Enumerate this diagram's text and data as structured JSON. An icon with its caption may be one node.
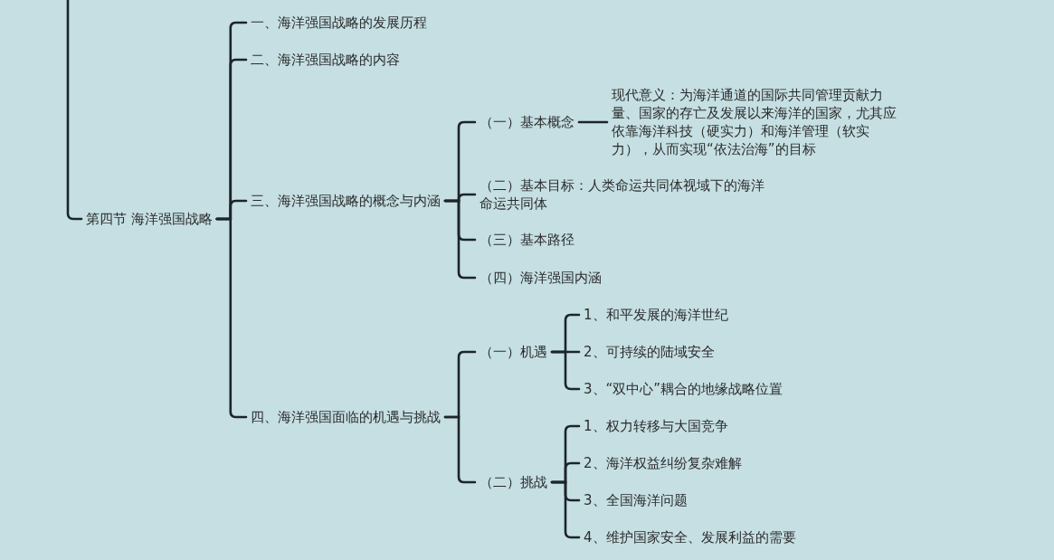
{
  "diagram": {
    "nodes": [
      {
        "text": [
          "第四节 海洋强国战略"
        ]
      },
      {
        "text": [
          "一、海洋强国战略的发展历程"
        ]
      },
      {
        "text": [
          "二、海洋强国战略的内容"
        ]
      },
      {
        "text": [
          "三、海洋强国战略的概念与内涵"
        ]
      },
      {
        "text": [
          "四、海洋强国面临的机遇与挑战"
        ]
      },
      {
        "text": [
          "（一）基本概念"
        ]
      },
      {
        "text": [
          "现代意义：为海洋通道的国际共同管理贡献力量、国家的存亡及发展以来海洋的国家，尤其应依靠海洋科技（硬实力）和海洋管理（软实力），从而实现“依法治海”的目标"
        ]
      },
      {
        "text": [
          "（二）基本目标：人类命运共同体视域下的海洋命运共同体"
        ]
      },
      {
        "text": [
          "（三）基本路径"
        ]
      },
      {
        "text": [
          "（四）海洋强国内涵"
        ]
      },
      {
        "text": [
          "（一）机遇"
        ]
      },
      {
        "text": [
          "1、和平发展的海洋世纪"
        ]
      },
      {
        "text": [
          "2、可持续的陆域安全"
        ]
      },
      {
        "text": [
          "3、“双中心”耦合的地缘战略位置"
        ]
      },
      {
        "text": [
          "（二）挑战"
        ]
      },
      {
        "text": [
          "1、权力转移与大国竞争"
        ]
      },
      {
        "text": [
          "2、海洋权益纠纷复杂难解"
        ]
      },
      {
        "text": [
          "3、全国海洋问题"
        ]
      },
      {
        "text": [
          "4、维护国家安全、发展利益的需要"
        ]
      }
    ],
    "edges": [
      {
        "from": null,
        "to": 0,
        "arrow": "none"
      },
      {
        "from": 0,
        "to": 1,
        "arrow": "none"
      },
      {
        "from": 0,
        "to": 2,
        "arrow": "none"
      },
      {
        "from": 0,
        "to": 3,
        "arrow": "none"
      },
      {
        "from": 0,
        "to": 4,
        "arrow": "none"
      },
      {
        "from": 3,
        "to": 5,
        "arrow": "none"
      },
      {
        "from": 5,
        "to": 6,
        "arrow": "none"
      },
      {
        "from": 3,
        "to": 7,
        "arrow": "none"
      },
      {
        "from": 3,
        "to": 8,
        "arrow": "none"
      },
      {
        "from": 3,
        "to": 9,
        "arrow": "none"
      },
      {
        "from": 4,
        "to": 10,
        "arrow": "none"
      },
      {
        "from": 10,
        "to": 11,
        "arrow": "none"
      },
      {
        "from": 10,
        "to": 12,
        "arrow": "none"
      },
      {
        "from": 10,
        "to": 13,
        "arrow": "none"
      },
      {
        "from": 4,
        "to": 14,
        "arrow": "none"
      },
      {
        "from": 14,
        "to": 15,
        "arrow": "none"
      },
      {
        "from": 14,
        "to": 16,
        "arrow": "none"
      },
      {
        "from": 14,
        "to": 17,
        "arrow": "none"
      },
      {
        "from": 14,
        "to": 18,
        "arrow": "none"
      }
    ]
  }
}
